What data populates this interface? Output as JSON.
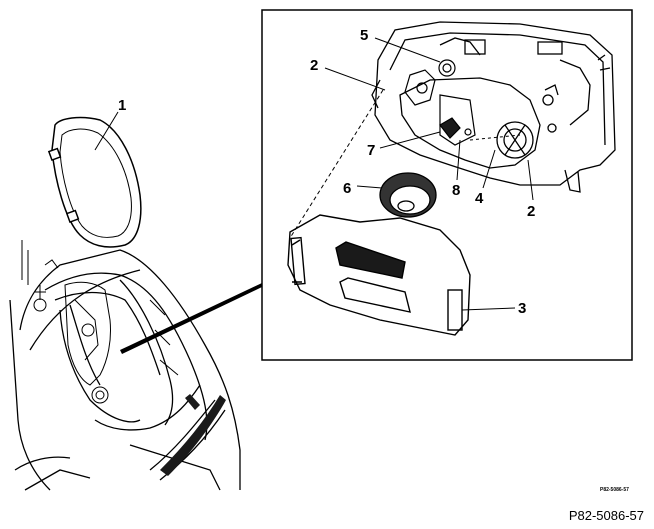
{
  "figure": {
    "callouts": [
      "1",
      "2",
      "5",
      "7",
      "6",
      "8",
      "4",
      "2",
      "3"
    ],
    "small_ref": "P82-5086-57",
    "ref_code": "P82-5086-57"
  },
  "colors": {
    "ink": "#000000",
    "paper": "#ffffff",
    "shade": "#1a1a1a"
  }
}
